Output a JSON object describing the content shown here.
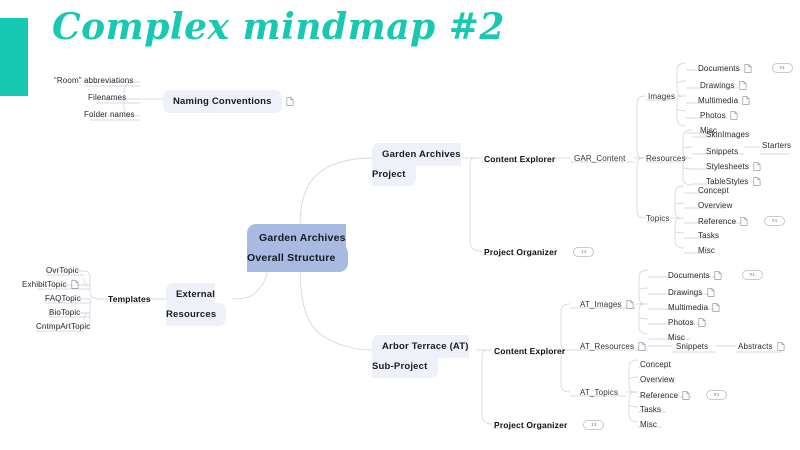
{
  "slide": {
    "title": "Complex mindmap #2",
    "accent_color": "#17c9b2",
    "center_node_color": "#a9bae2",
    "pill_color": "#eef1fa",
    "background": "#ffffff"
  },
  "mindmap": {
    "center": "Garden Archives\nOverall Structure",
    "naming": {
      "label": "Naming Conventions",
      "icon": "document-icon",
      "children": [
        {
          "label": "“Room” abbreviations"
        },
        {
          "label": "Filenames"
        },
        {
          "label": "Folder names"
        }
      ]
    },
    "external": {
      "label": "External\nResources",
      "templates": {
        "label": "Templates",
        "children": [
          {
            "label": "OvrTopic",
            "icon": ""
          },
          {
            "label": "ExhibitTopic",
            "icon": "document-icon"
          },
          {
            "label": "FAQTopic",
            "icon": ""
          },
          {
            "label": "BioTopic",
            "icon": ""
          },
          {
            "label": "CntmpArtTopic",
            "icon": ""
          }
        ]
      }
    },
    "gar": {
      "label": "Garden Archives\nProject",
      "content_explorer": {
        "label": "Content Explorer",
        "root": "GAR_Content",
        "groups": [
          {
            "label": "Images",
            "children": [
              {
                "label": "Documents",
                "icon": "document-icon",
                "badge": "#1"
              },
              {
                "label": "Drawings",
                "icon": "document-icon",
                "badge": ""
              },
              {
                "label": "Multimedia",
                "icon": "document-icon",
                "badge": ""
              },
              {
                "label": "Photos",
                "icon": "document-icon",
                "badge": ""
              },
              {
                "label": "Misc",
                "icon": "",
                "badge": ""
              }
            ]
          },
          {
            "label": "Resources",
            "children": [
              {
                "label": "SkinImages",
                "icon": "",
                "badge": ""
              },
              {
                "label": "Snippets",
                "icon": "",
                "badge": "",
                "child": "Starters"
              },
              {
                "label": "Stylesheets",
                "icon": "document-icon",
                "badge": ""
              },
              {
                "label": "TableStyles",
                "icon": "document-icon",
                "badge": ""
              }
            ]
          },
          {
            "label": "Topics",
            "children": [
              {
                "label": "Concept",
                "icon": "",
                "badge": ""
              },
              {
                "label": "Overview",
                "icon": "",
                "badge": ""
              },
              {
                "label": "Reference",
                "icon": "document-icon",
                "badge": "#1"
              },
              {
                "label": "Tasks",
                "icon": "",
                "badge": ""
              },
              {
                "label": "Misc",
                "icon": "",
                "badge": ""
              }
            ]
          }
        ]
      },
      "project_organizer": {
        "label": "Project Organizer",
        "badge": "14"
      }
    },
    "at": {
      "label": "Arbor Terrace (AT)\nSub-Project",
      "content_explorer": {
        "label": "Content Explorer",
        "groups": [
          {
            "label": "AT_Images",
            "icon": "document-icon",
            "children": [
              {
                "label": "Documents",
                "icon": "document-icon",
                "badge": "#1"
              },
              {
                "label": "Drawings",
                "icon": "document-icon",
                "badge": ""
              },
              {
                "label": "Multimedia",
                "icon": "document-icon",
                "badge": ""
              },
              {
                "label": "Photos",
                "icon": "document-icon",
                "badge": ""
              },
              {
                "label": "Misc",
                "icon": "",
                "badge": ""
              }
            ]
          },
          {
            "label": "AT_Resources",
            "icon": "document-icon",
            "children": [
              {
                "label": "Snippets",
                "icon": "",
                "badge": "",
                "child": "Abstracts",
                "child_icon": "document-icon"
              }
            ]
          },
          {
            "label": "AT_Topics",
            "icon": "",
            "children": [
              {
                "label": "Concept",
                "icon": "",
                "badge": ""
              },
              {
                "label": "Overview",
                "icon": "",
                "badge": ""
              },
              {
                "label": "Reference",
                "icon": "document-icon",
                "badge": "#1"
              },
              {
                "label": "Tasks",
                "icon": "",
                "badge": ""
              },
              {
                "label": "Misc",
                "icon": "",
                "badge": ""
              }
            ]
          }
        ]
      },
      "project_organizer": {
        "label": "Project Organizer",
        "badge": "13"
      }
    }
  }
}
